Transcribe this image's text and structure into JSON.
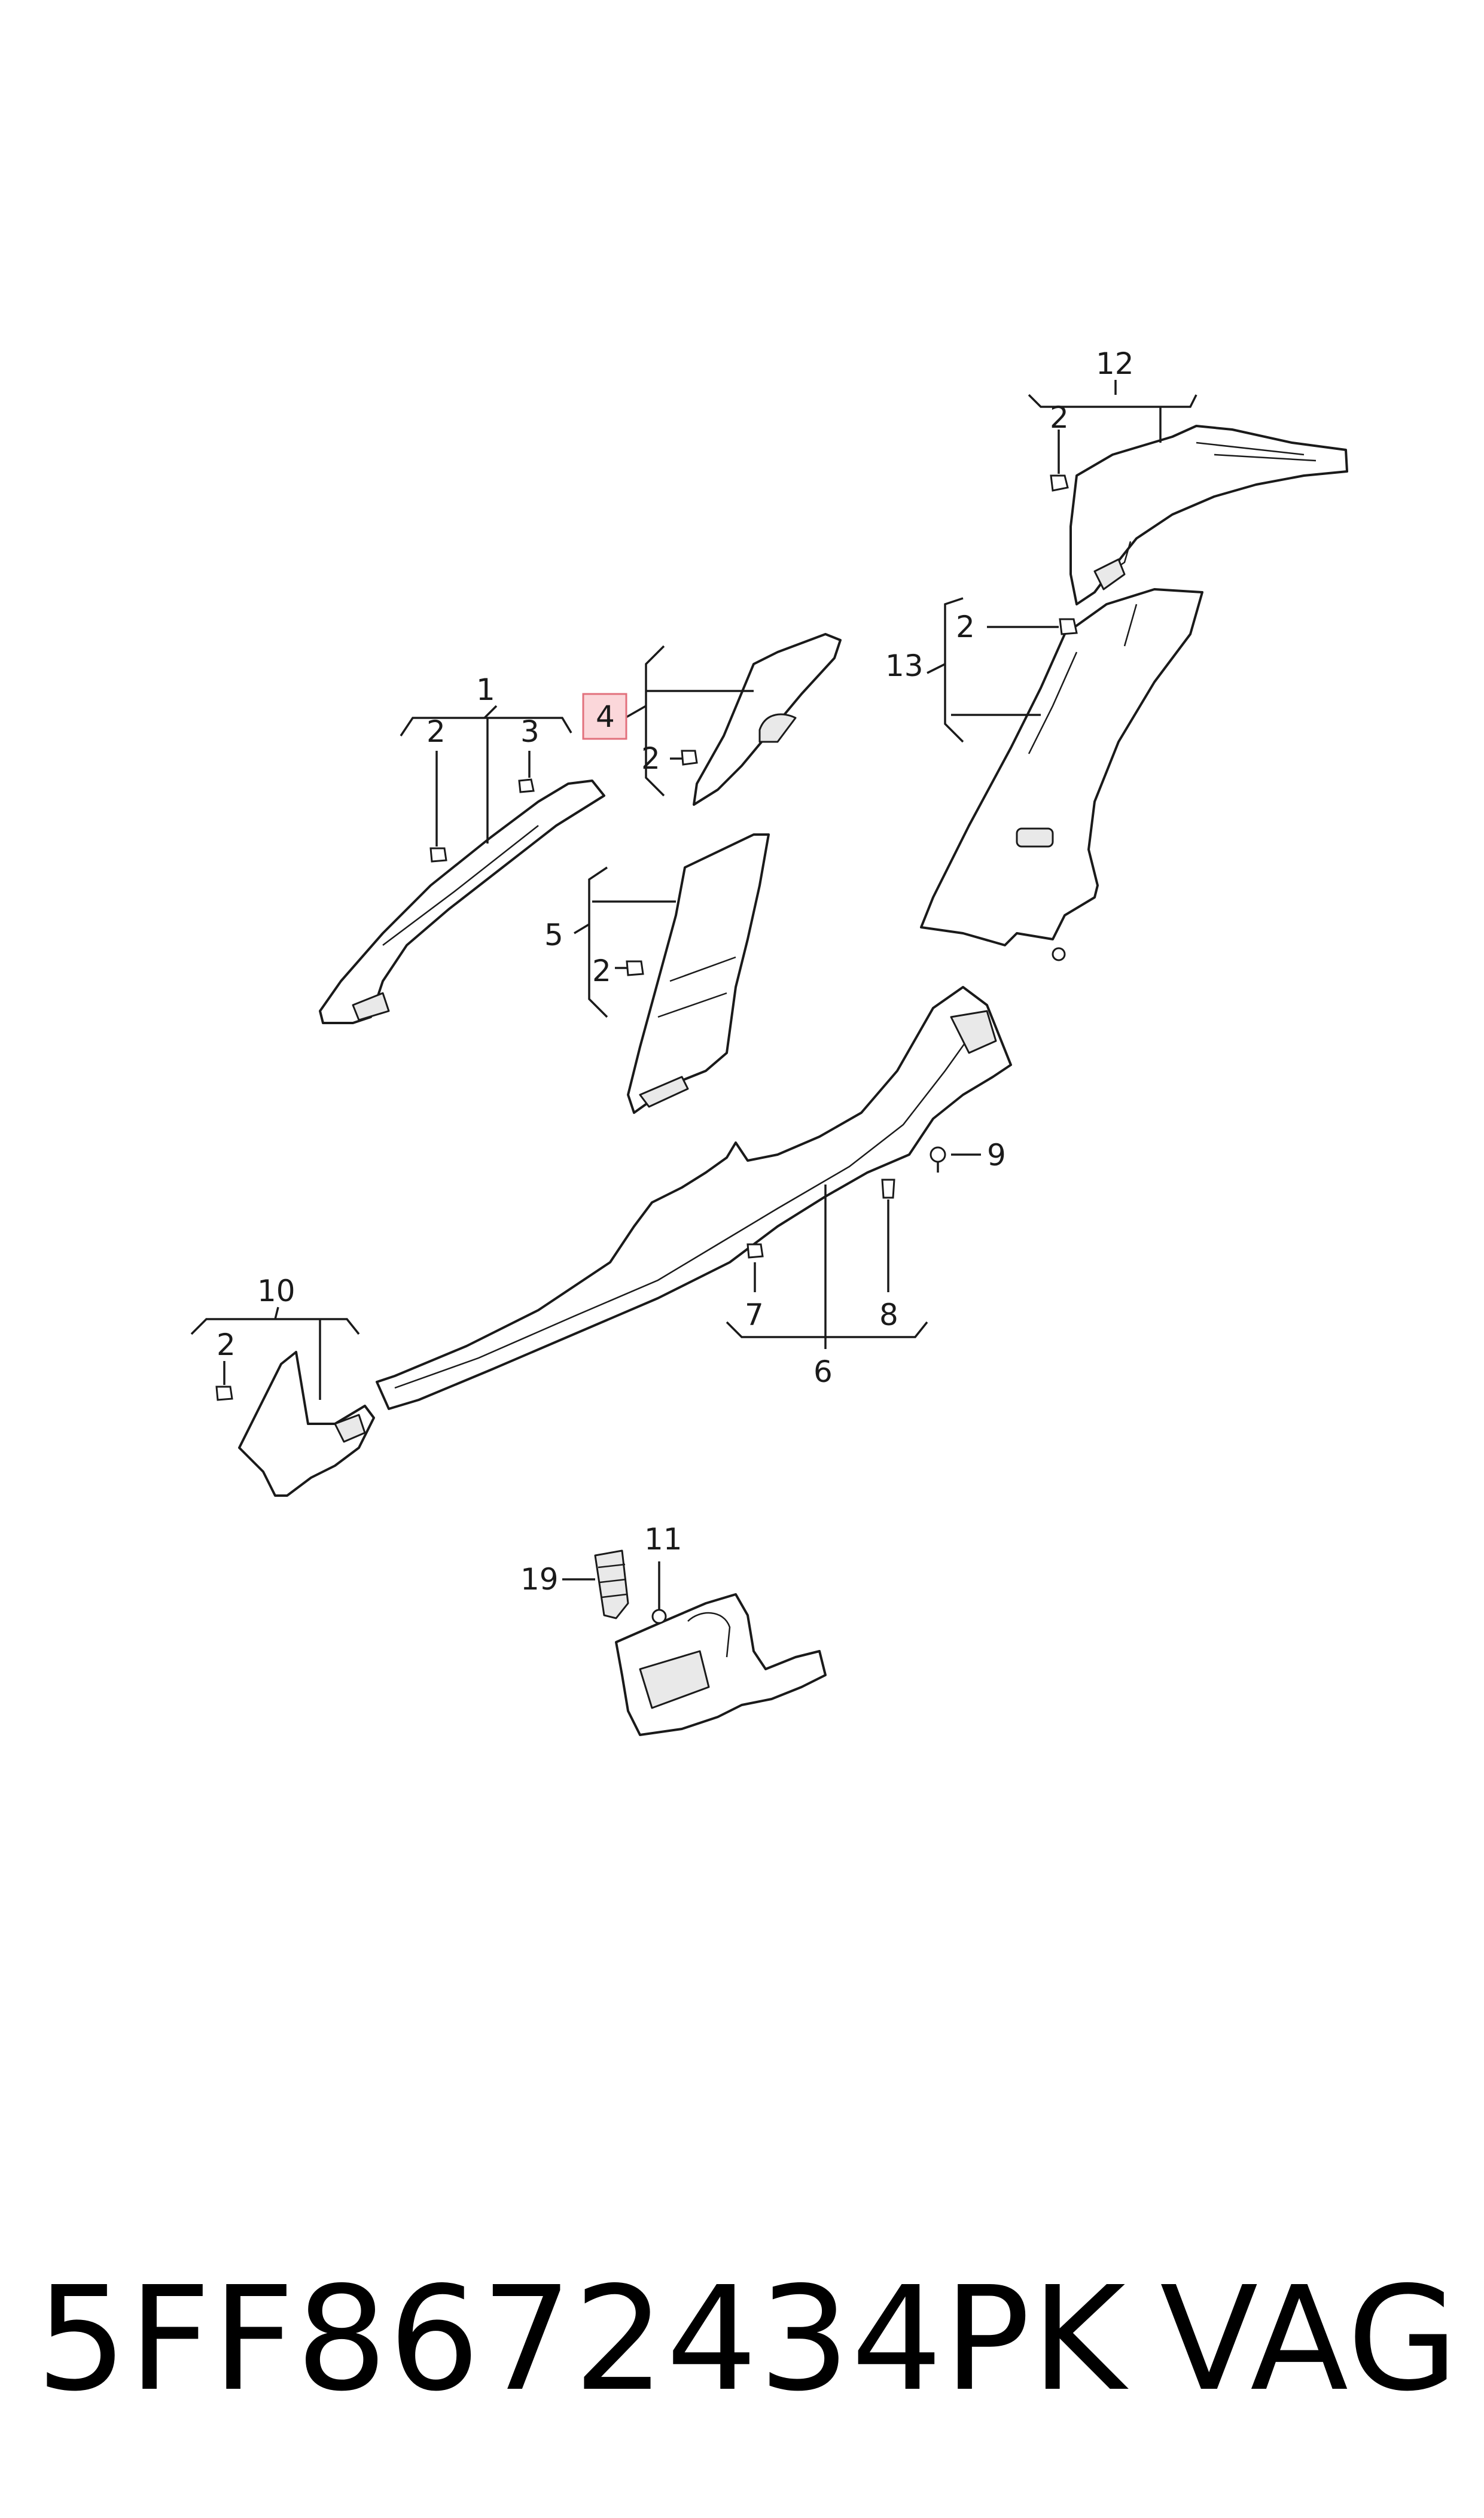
{
  "callouts": {
    "c1": "1",
    "c2a": "2",
    "c3": "3",
    "c4": "4",
    "c2b": "2",
    "c5": "5",
    "c2c": "2",
    "c12": "12",
    "c2d": "2",
    "c13": "13",
    "c2e": "2",
    "c9": "9",
    "c7": "7",
    "c8": "8",
    "c6": "6",
    "c10": "10",
    "c2f": "2",
    "c19": "19",
    "c11": "11"
  },
  "highlight": {
    "part": "4",
    "color": "#f2a6ad"
  },
  "footer": {
    "part_number": "5FF8672434PK",
    "brand": "VAG"
  }
}
